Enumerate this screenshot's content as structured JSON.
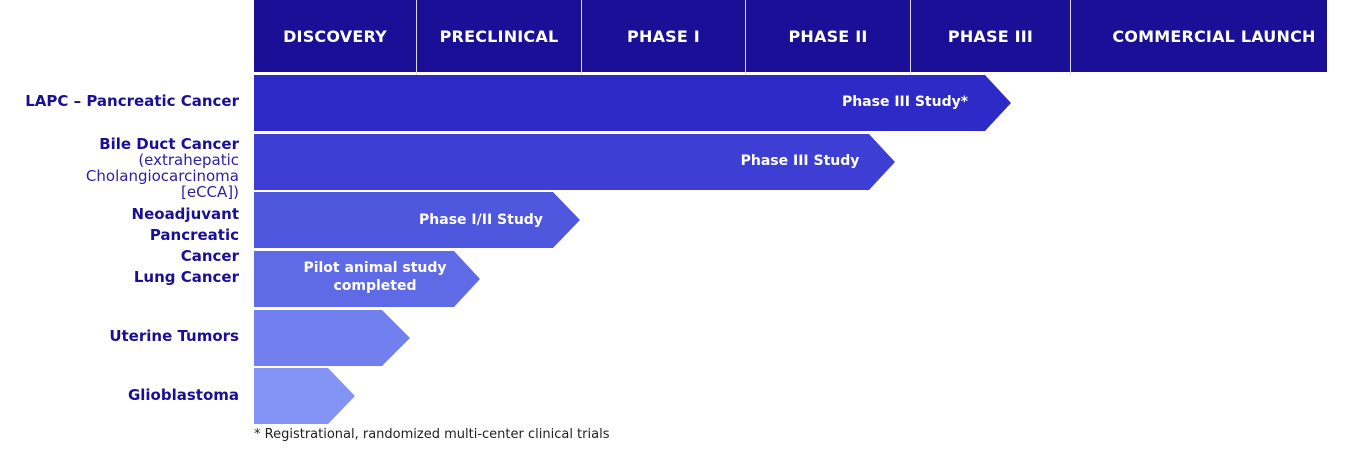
{
  "phases": [
    "DISCOVERY",
    "PRECLINICAL",
    "PHASE I",
    "PHASE II",
    "PHASE III",
    "COMMERCIAL LAUNCH"
  ],
  "rows": [
    {
      "label": "LAPC – Pancreatic Cancer",
      "sublabel": "",
      "bar_text": "Phase III Study*",
      "color": "#2e2ac8"
    },
    {
      "label": "Bile Duct Cancer",
      "sublabel": "(extrahepatic Cholangiocarcinoma [eCCA])",
      "bar_text": "Phase III Study",
      "color": "#3c3ed4"
    },
    {
      "label": "Neoadjuvant Pancreatic Cancer",
      "sublabel": "",
      "bar_text": "Phase I/II Study",
      "color": "#4f57df"
    },
    {
      "label": "Lung Cancer",
      "sublabel": "",
      "bar_text": "Pilot animal study completed",
      "color": "#5f6be6"
    },
    {
      "label": "Uterine Tumors",
      "sublabel": "",
      "bar_text": "",
      "color": "#717fef"
    },
    {
      "label": "Glioblastoma",
      "sublabel": "",
      "bar_text": "",
      "color": "#8394f6"
    }
  ],
  "footnote": "* Registrational, randomized multi-center clinical trials",
  "colors": {
    "header": "#1a0f96",
    "label": "#1a0f96"
  }
}
